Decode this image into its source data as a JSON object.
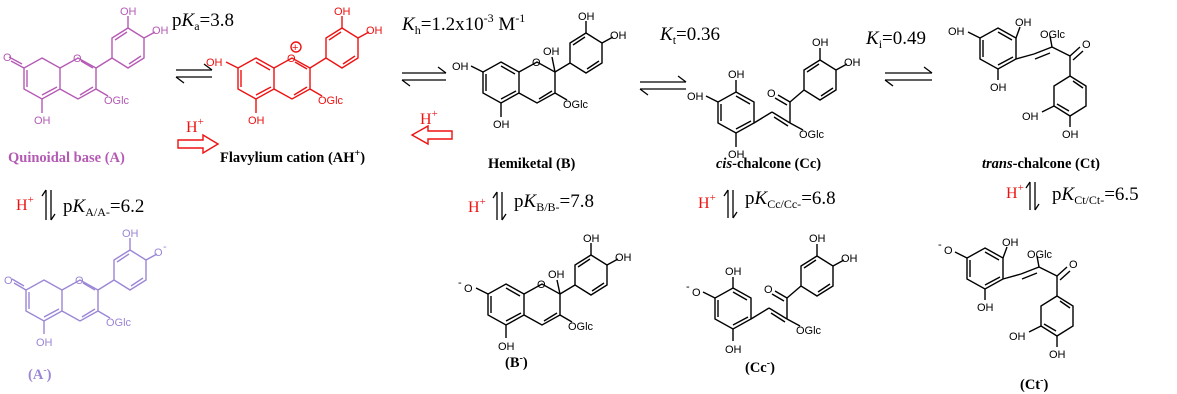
{
  "equilibria": {
    "pka": {
      "p": "p",
      "K": "K",
      "sub": "a",
      "val": "=3.8"
    },
    "kh": {
      "K": "K",
      "sub": "h",
      "val": "=1.2x10",
      "exp": "-3",
      "unit": " M",
      "unitexp": "-1"
    },
    "kt": {
      "K": "K",
      "sub": "t",
      "val": "=0.36"
    },
    "ki": {
      "K": "K",
      "sub": "i",
      "val": "=0.49"
    },
    "pka_a": {
      "p": "p",
      "K": "K",
      "sub": "A/A-",
      "val": "=6.2"
    },
    "pkb": {
      "p": "p",
      "K": "K",
      "sub": "B/B-",
      "val": "=7.8"
    },
    "pkcc": {
      "p": "p",
      "K": "K",
      "sub": "Cc/Cc-",
      "val": "=6.8"
    },
    "pkct": {
      "p": "p",
      "K": "K",
      "sub": "Ct/Ct-",
      "val": "=6.5"
    }
  },
  "proton": {
    "H": "H",
    "plus": "+"
  },
  "captions": {
    "a": {
      "text": "Quinoidal base (A)"
    },
    "ah": {
      "text": "Flavylium cation (AH",
      "sup": "+",
      "close": ")"
    },
    "b": {
      "text": "Hemiketal (B)"
    },
    "cc": {
      "italic": "cis",
      "text": "-chalcone (Cc)"
    },
    "ct": {
      "italic": "trans",
      "text": "-chalcone (Ct)"
    },
    "a_minus": {
      "open": "(A",
      "sup": "-",
      "close": ")"
    },
    "b_minus": {
      "open": "(B",
      "sup": "-",
      "close": ")"
    },
    "cc_minus": {
      "open": "(Cc",
      "sup": "-",
      "close": ")"
    },
    "ct_minus": {
      "open": "(Ct",
      "sup": "-",
      "close": ")"
    }
  },
  "atoms": {
    "oh": "OH",
    "o": "O",
    "oglc": "OGlc",
    "o_minus": "O",
    "minus": "-",
    "oplus": "+"
  },
  "colors": {
    "quinoidal": "#b45ab4",
    "quinoidal_anion": "#9b86d6",
    "flavylium": "#ee1111",
    "black": "#000000",
    "proton": "#ee1111"
  }
}
